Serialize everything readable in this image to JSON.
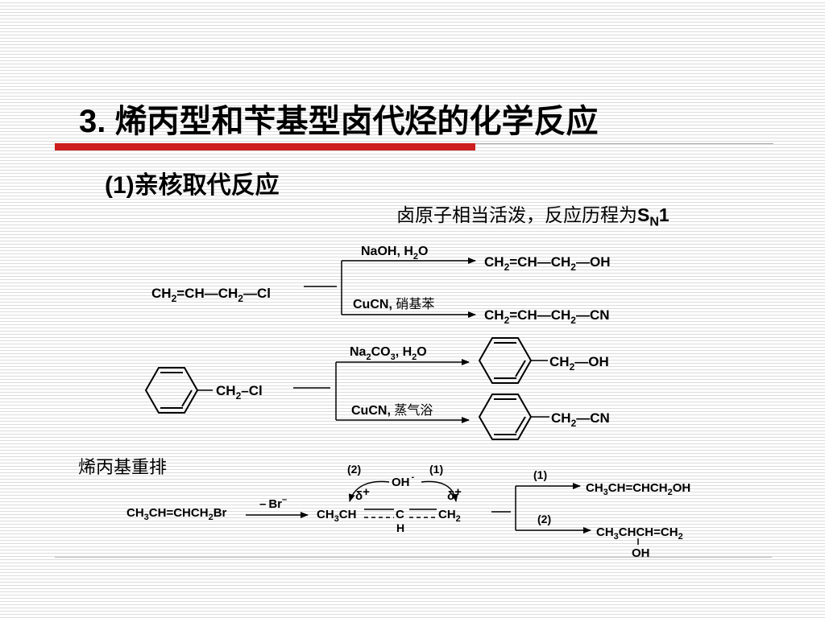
{
  "slide": {
    "title": "3. 烯丙型和苄基型卤代烃的化学反应",
    "subheading": "(1)亲核取代反应",
    "note": "卤原子相当活泼，反应历程为",
    "note_mechanism": "S",
    "note_mechanism_sub": "N",
    "note_mechanism_num": "1",
    "rearrangement_heading": "烯丙基重排"
  },
  "allyl_reaction": {
    "reactant": [
      "CH",
      "2",
      "=CH",
      "—",
      "CH",
      "2",
      "—",
      "Cl"
    ],
    "reagent_top": [
      "NaOH, H",
      "2",
      "O"
    ],
    "reagent_bottom": [
      "CuCN, ",
      "硝基苯"
    ],
    "product_top": [
      "CH",
      "2",
      "=CH",
      "—",
      "CH",
      "2",
      "—",
      "OH"
    ],
    "product_bottom": [
      "CH",
      "2",
      "=CH",
      "—",
      "CH",
      "2",
      "—",
      "CN"
    ]
  },
  "benzyl_reaction": {
    "reactant": [
      "CH",
      "2",
      "–",
      "Cl"
    ],
    "reagent_top": [
      "Na",
      "2",
      "CO",
      "3",
      ", H",
      "2",
      "O"
    ],
    "reagent_bottom": [
      "CuCN, ",
      "蒸气浴"
    ],
    "product_top": [
      "CH",
      "2",
      "—",
      "OH"
    ],
    "product_bottom": [
      "CH",
      "2",
      "—",
      "CN"
    ]
  },
  "allyl_rearrangement": {
    "reactant": [
      "CH",
      "3",
      "CH=CHCH",
      "2",
      "Br"
    ],
    "leaving_group": [
      "–",
      "Br",
      "–"
    ],
    "path_2_label": "(2)",
    "path_1_label": "(1)",
    "nucleophile": [
      "OH",
      "-"
    ],
    "delta_plus_left": [
      "δ",
      "+"
    ],
    "delta_plus_right": [
      "δ",
      "+"
    ],
    "cation_left": [
      "CH",
      "3",
      "CH"
    ],
    "cation_center": "C",
    "cation_center_h": "H",
    "cation_right": [
      "CH",
      "2"
    ],
    "product_path_1_label": "(1)",
    "product_path_2_label": "(2)",
    "product_1": [
      "CH",
      "3",
      "CH=CHCH",
      "2",
      "OH"
    ],
    "product_2": [
      "CH",
      "3",
      "CHCH=CH",
      "2"
    ],
    "product_2_substituent": "OH"
  }
}
